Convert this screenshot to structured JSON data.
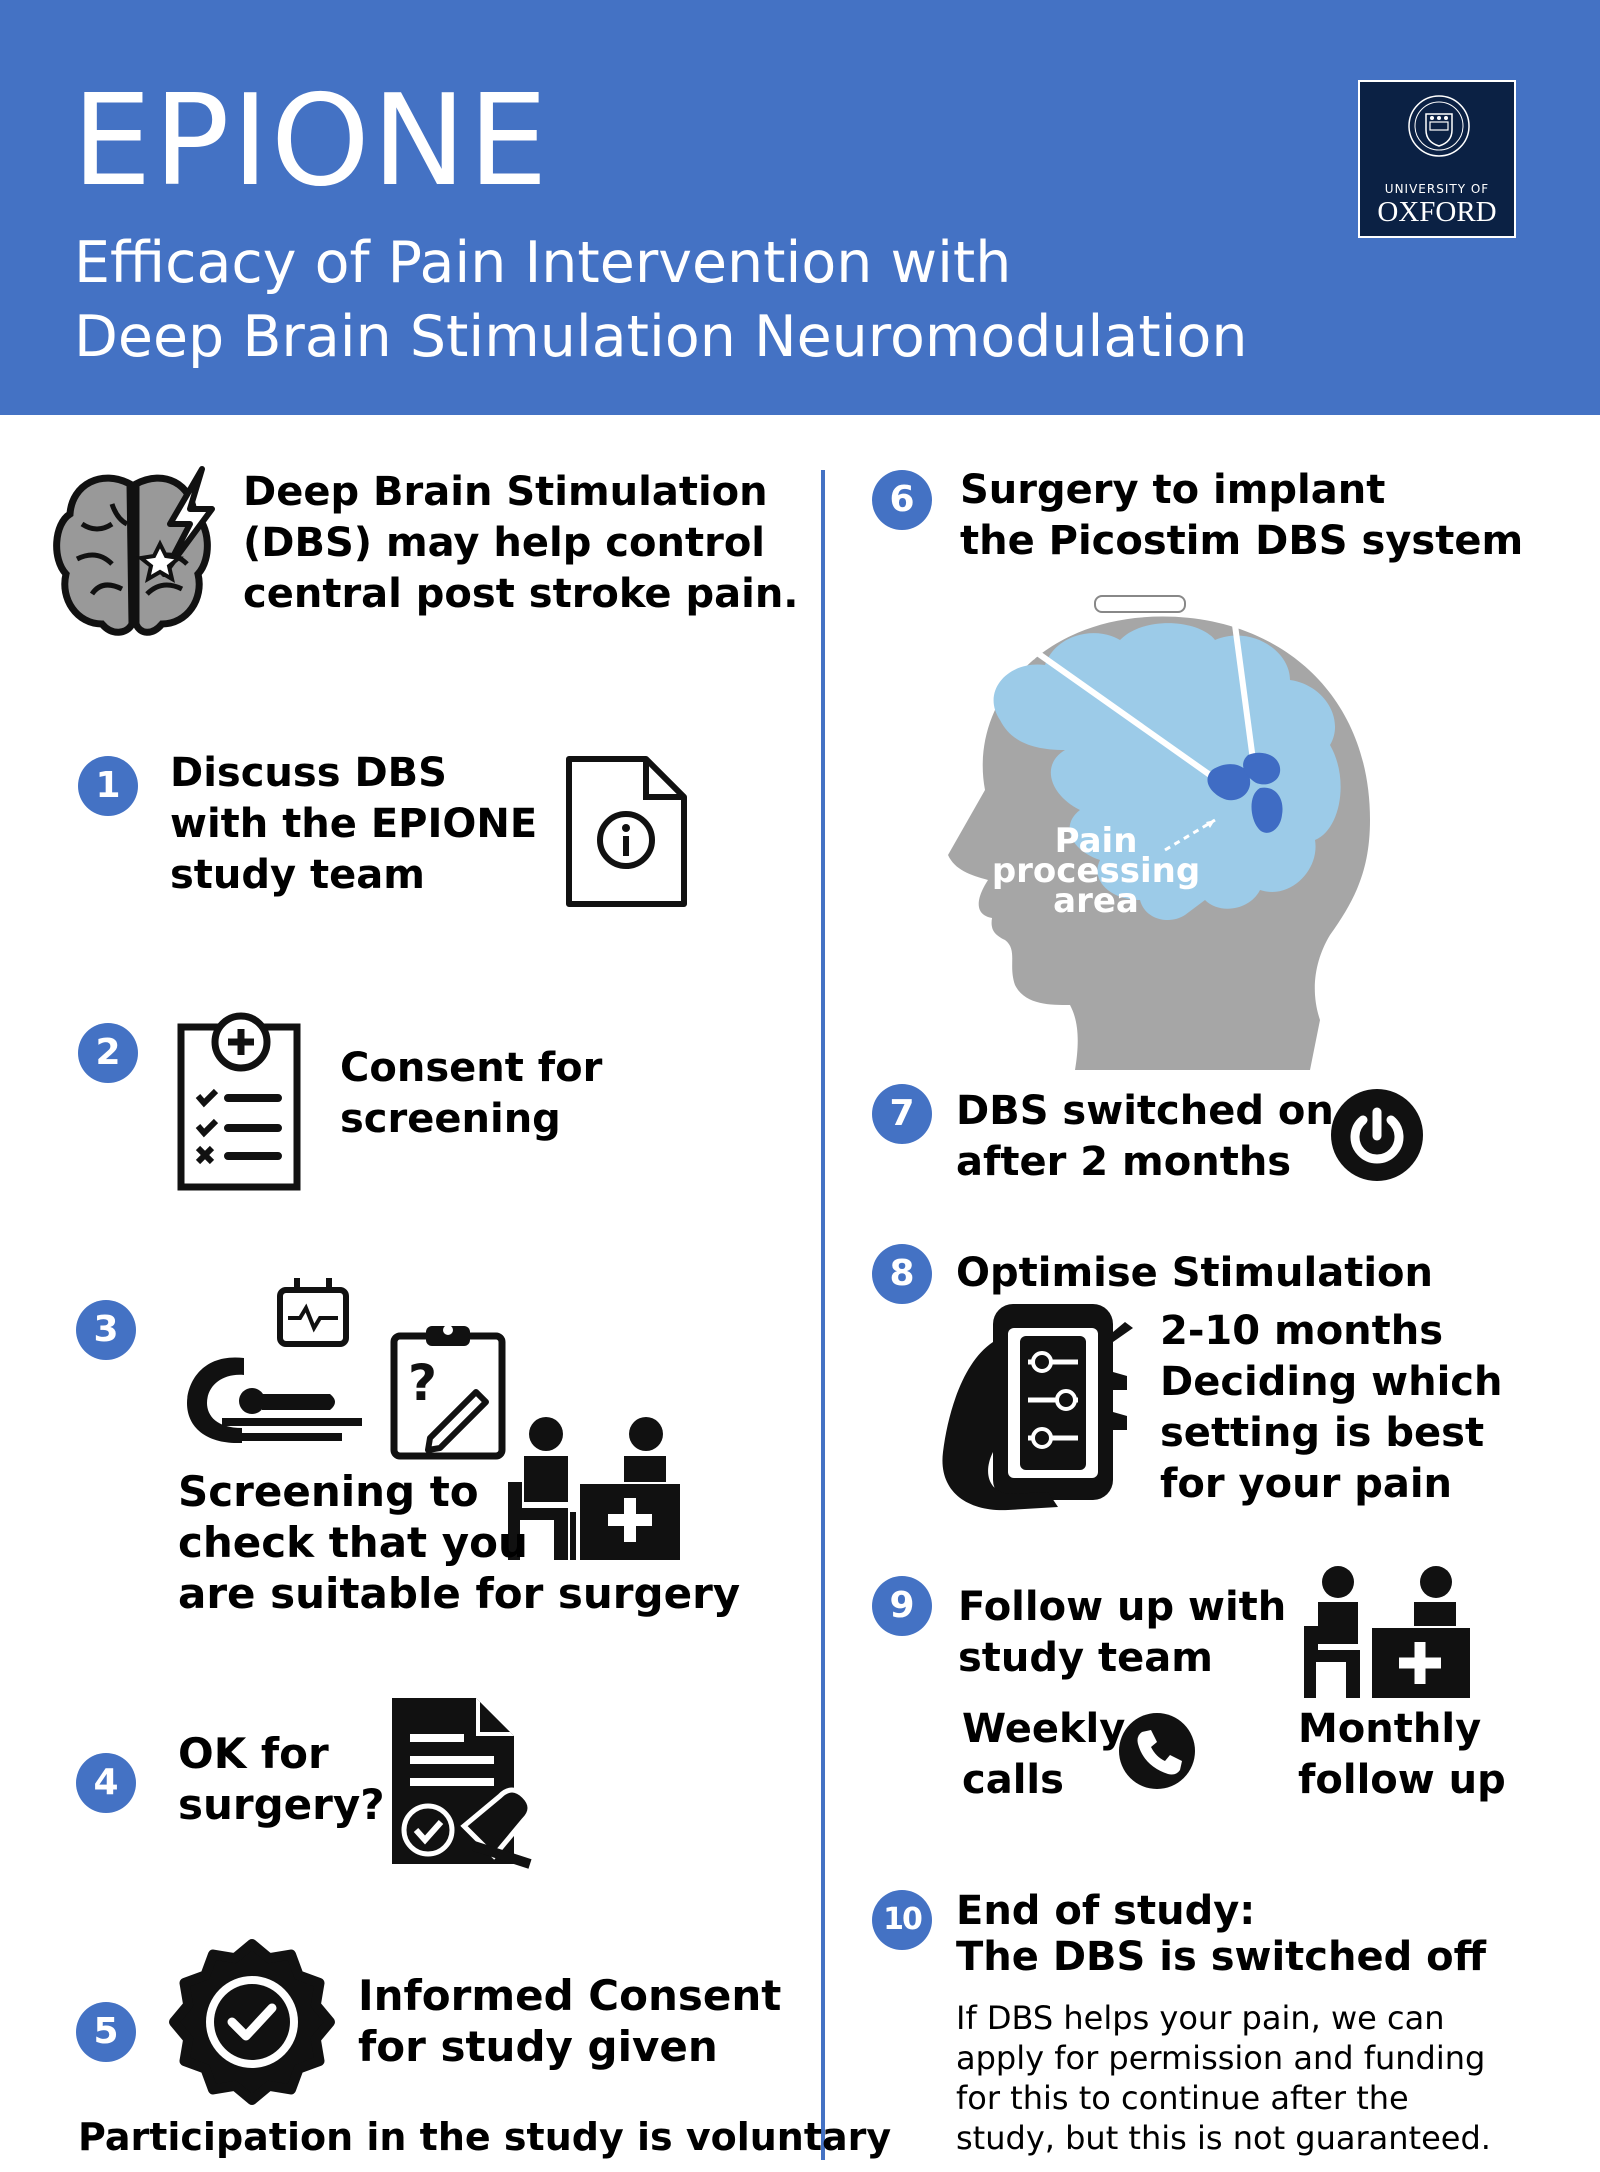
{
  "header": {
    "title": "EPIONE",
    "subtitle_line1": "Efficacy of Pain Intervention with",
    "subtitle_line2": "Deep Brain Stimulation Neuromodulation",
    "logo_line1": "UNIVERSITY OF",
    "logo_line2": "OXFORD"
  },
  "colors": {
    "accent": "#4472C4",
    "oxford_blue": "#0B2144",
    "brain_blue": "#9CCBE8",
    "head_gray": "#A6A6A6",
    "target_blue": "#3F6CC4"
  },
  "intro": {
    "line1": "Deep Brain Stimulation",
    "line2": "(DBS) may help control",
    "line3": "central post stroke pain.",
    "icon": "brain-lightning-icon"
  },
  "steps": {
    "s1": {
      "number": "1",
      "line1": "Discuss DBS",
      "line2": "with  the EPIONE",
      "line3": "study team",
      "icon": "info-document-icon"
    },
    "s2": {
      "number": "2",
      "line1": "Consent for",
      "line2": "screening",
      "icon": "medical-checklist-icon"
    },
    "s3": {
      "number": "3",
      "line1": "Screening to",
      "line2": "check that you",
      "line3": "are suitable for surgery",
      "icons": [
        "mri-scanner-icon",
        "questionnaire-clipboard-icon",
        "doctor-consultation-icon"
      ]
    },
    "s4": {
      "number": "4",
      "line1": "OK for",
      "line2": "surgery?",
      "icon": "approved-document-stamp-icon"
    },
    "s5": {
      "number": "5",
      "line1": "Informed Consent",
      "line2": "for study given",
      "icon": "verified-badge-icon"
    },
    "voluntary": "Participation in the study is voluntary",
    "s6": {
      "number": "6",
      "line1": "Surgery to implant",
      "line2": "the Picostim DBS system",
      "icon": "head-brain-implant-icon",
      "label_line1": "Pain",
      "label_line2": "processing",
      "label_line3": "area"
    },
    "s7": {
      "number": "7",
      "line1": "DBS switched on",
      "line2": "after 2 months",
      "icon": "power-icon"
    },
    "s8": {
      "number": "8",
      "line1": "Optimise Stimulation",
      "line2": "2-10 months",
      "line3": "Deciding which",
      "line4": "setting is best",
      "line5": "for your pain",
      "icon": "phone-settings-hand-icon"
    },
    "s9": {
      "number": "9",
      "line1": "Follow up with",
      "line2": "study team",
      "weekly1": "Weekly",
      "weekly2": "calls",
      "monthly1": "Monthly",
      "monthly2": "follow up",
      "icons": [
        "phone-call-icon",
        "doctor-consultation-icon"
      ]
    },
    "s10": {
      "number": "10",
      "line1": "End of study:",
      "line2": "The DBS is switched off",
      "note1": "If DBS helps your pain, we can",
      "note2": "apply for permission and funding",
      "note3": "for this to continue after the",
      "note4": "study, but this is not guaranteed."
    }
  }
}
